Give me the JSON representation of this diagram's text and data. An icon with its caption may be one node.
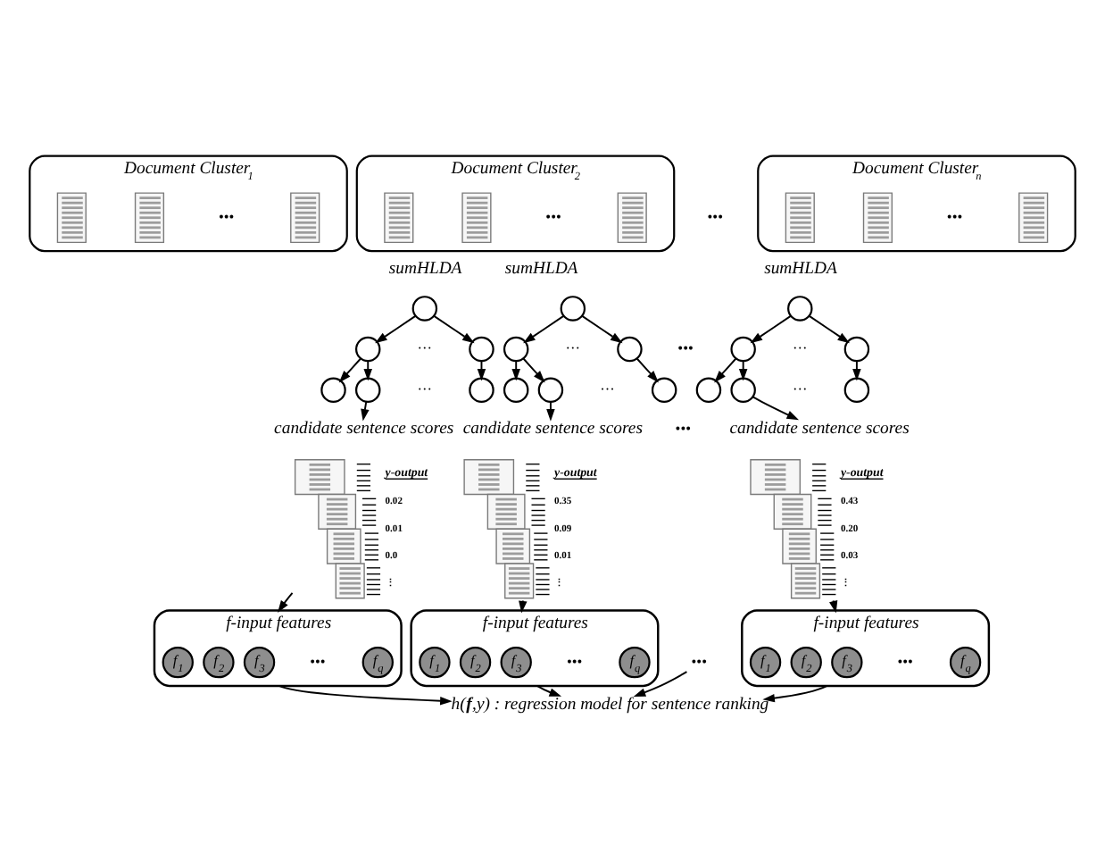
{
  "diagram": {
    "nodes": [
      {
        "text": [
          "Document Cluster$_{1}$"
        ]
      },
      {
        "text": [],
        "shape": "picture",
        "in": 0
      },
      {
        "text": [],
        "shape": "picture",
        "in": 0
      },
      {
        "text": [],
        "shape": "picture",
        "in": 0
      },
      {
        "text": [
          "Document Cluster$_{2}$"
        ]
      },
      {
        "text": [],
        "shape": "picture",
        "in": 4
      },
      {
        "text": [],
        "shape": "picture",
        "in": 4
      },
      {
        "text": [],
        "shape": "picture",
        "in": 4
      },
      {
        "text": [
          "Document Cluster$_{n}$"
        ]
      },
      {
        "text": [],
        "shape": "picture",
        "in": 8
      },
      {
        "text": [],
        "shape": "picture",
        "in": 8
      },
      {
        "text": [],
        "shape": "picture",
        "in": 8
      },
      {
        "text": [],
        "shape": "circle"
      },
      {
        "text": [],
        "shape": "circle"
      },
      {
        "text": [],
        "shape": "circle"
      },
      {
        "text": [],
        "shape": "circle"
      },
      {
        "text": [],
        "shape": "circle"
      },
      {
        "text": [],
        "shape": "circle"
      },
      {
        "text": [],
        "shape": "circle"
      },
      {
        "text": [],
        "shape": "circle"
      },
      {
        "text": [],
        "shape": "circle"
      },
      {
        "text": [],
        "shape": "circle"
      },
      {
        "text": [],
        "shape": "circle"
      },
      {
        "text": [],
        "shape": "circle"
      },
      {
        "text": [],
        "shape": "circle"
      },
      {
        "text": [],
        "shape": "circle"
      },
      {
        "text": [],
        "shape": "circle"
      },
      {
        "text": [],
        "shape": "circle"
      },
      {
        "text": [],
        "shape": "circle"
      },
      {
        "text": [],
        "shape": "circle"
      },
      {
        "text": [
          "candidate sentence scores"
        ]
      },
      {
        "text": [
          "candidate sentence scores"
        ]
      },
      {
        "text": [
          "candidate sentence scores"
        ]
      },
      {
        "text": [],
        "shape": "picture",
        "beside": [
          "y-output",
          "0.02",
          "0.01",
          "0.0",
          "⋮"
        ]
      },
      {
        "text": [],
        "shape": "picture",
        "beside": [
          "y-output",
          "0.35",
          "0.09",
          "0.01",
          "⋮"
        ]
      },
      {
        "text": [],
        "shape": "picture",
        "beside": [
          "y-output",
          "0.43",
          "0.20",
          "0.03",
          "⋮"
        ]
      },
      {
        "text": [
          "f-input features"
        ]
      },
      {
        "text": [
          "f$_{1}$"
        ],
        "in": 36
      },
      {
        "text": [
          "f$_{2}$"
        ],
        "in": 36
      },
      {
        "text": [
          "f$_{3}$"
        ],
        "in": 36
      },
      {
        "text": [
          "f$_{q}$"
        ],
        "in": 36
      },
      {
        "text": [
          "f-input features"
        ]
      },
      {
        "text": [
          "f$_{1}$"
        ],
        "in": 41
      },
      {
        "text": [
          "f$_{2}$"
        ],
        "in": 41
      },
      {
        "text": [
          "f$_{3}$"
        ],
        "in": 41
      },
      {
        "text": [
          "f$_{q}$"
        ],
        "in": 41
      },
      {
        "text": [
          "•••"
        ]
      },
      {
        "text": [
          "f-input features"
        ]
      },
      {
        "text": [
          "f$_{1}$"
        ],
        "in": 47
      },
      {
        "text": [
          "f$_{2}$"
        ],
        "in": 47
      },
      {
        "text": [
          "f$_{3}$"
        ],
        "in": 47
      },
      {
        "text": [
          "f$_{q}$"
        ],
        "in": 47
      },
      {
        "text": [
          "h(**f**,y) : regression model for sentence ranking"
        ]
      }
    ],
    "edges": [
      {
        "from": 12,
        "to": 13,
        "arrow": "to"
      },
      {
        "from": 12,
        "to": 14,
        "arrow": "to"
      },
      {
        "from": 13,
        "to": 15,
        "arrow": "to"
      },
      {
        "from": 13,
        "to": 16,
        "arrow": "to"
      },
      {
        "from": 14,
        "to": 17,
        "arrow": "to"
      },
      {
        "from": 18,
        "to": 19,
        "arrow": "to"
      },
      {
        "from": 18,
        "to": 20,
        "arrow": "to"
      },
      {
        "from": 19,
        "to": 21,
        "arrow": "to"
      },
      {
        "from": 19,
        "to": 22,
        "arrow": "to"
      },
      {
        "from": 20,
        "to": 23,
        "arrow": "to"
      },
      {
        "from": 24,
        "to": 25,
        "arrow": "to"
      },
      {
        "from": 24,
        "to": 26,
        "arrow": "to"
      },
      {
        "from": 25,
        "to": 27,
        "arrow": "to"
      },
      {
        "from": 25,
        "to": 28,
        "arrow": "to"
      },
      {
        "from": 26,
        "to": 29,
        "arrow": "to"
      },
      {
        "from": 16,
        "to": 30,
        "arrow": "to"
      },
      {
        "from": 22,
        "to": 31,
        "arrow": "to"
      },
      {
        "from": 28,
        "to": 32,
        "arrow": "to"
      },
      {
        "from": 33,
        "to": 36,
        "arrow": "to"
      },
      {
        "from": 34,
        "to": 41,
        "arrow": "to"
      },
      {
        "from": 35,
        "to": 47,
        "arrow": "to"
      },
      {
        "from": 36,
        "to": 52,
        "arrow": "to"
      },
      {
        "from": 41,
        "to": 52,
        "arrow": "to"
      },
      {
        "from": 46,
        "to": 52,
        "arrow": "to"
      },
      {
        "from": 47,
        "to": 52,
        "arrow": "to"
      }
    ],
    "labels": [
      "•••",
      "•••",
      "•••",
      "•••",
      "sumHLDA",
      "sumHLDA",
      "sumHLDA",
      "···",
      "···",
      "•••",
      "···",
      "···",
      "···",
      "···",
      "•••",
      "•••",
      "•••",
      "•••"
    ]
  }
}
